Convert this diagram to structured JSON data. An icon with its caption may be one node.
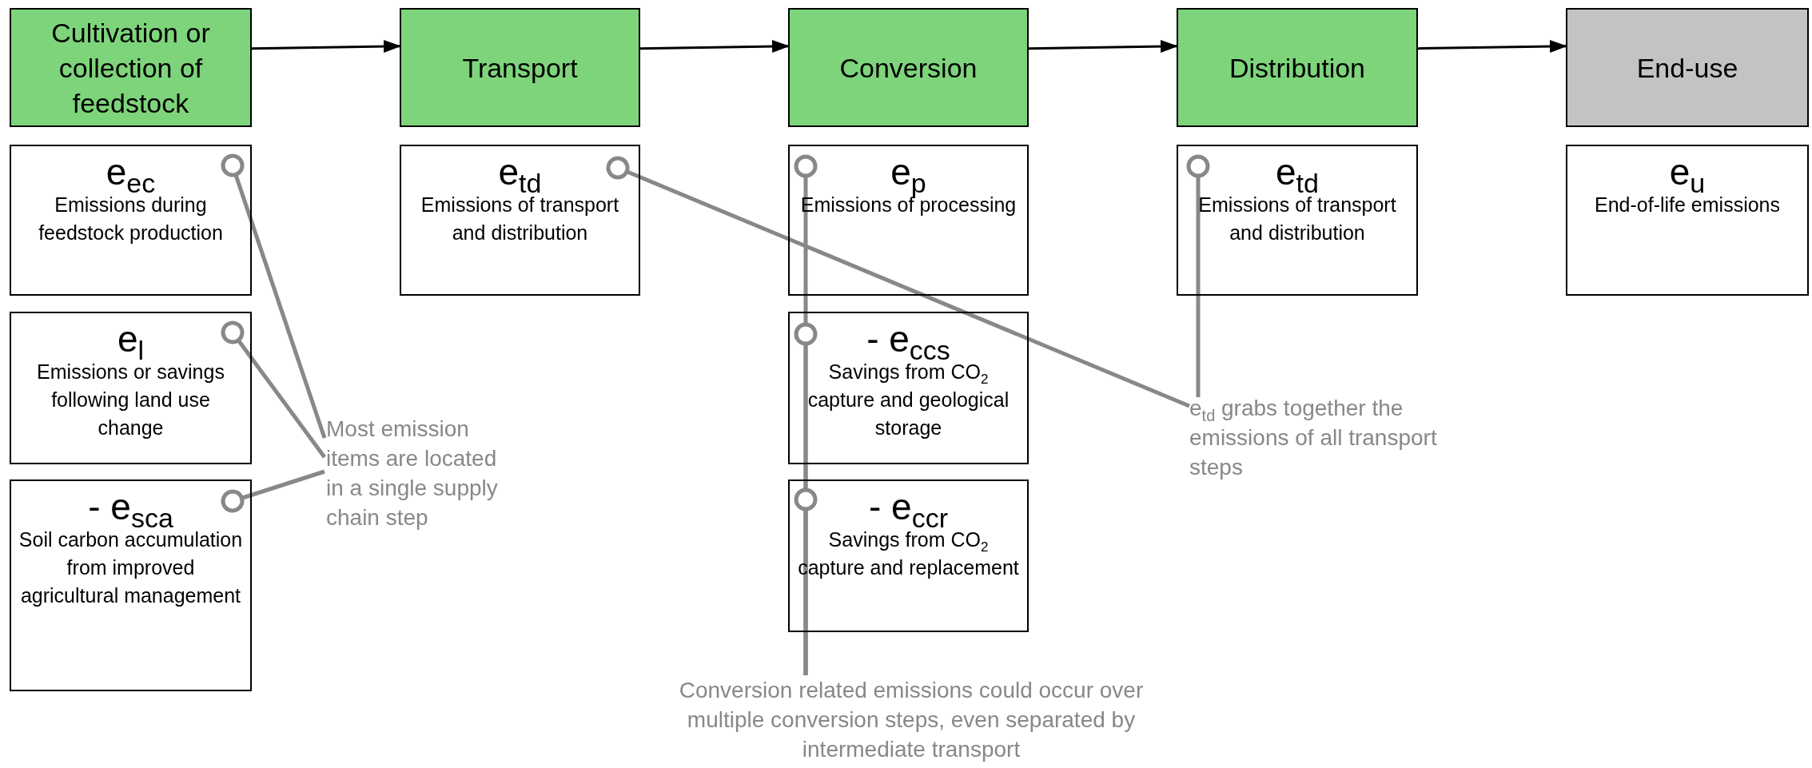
{
  "diagram": {
    "nodes": [
      {
        "text": [
          "Cultivation or collection of feedstock"
        ]
      },
      {
        "text": [
          "Transport"
        ]
      },
      {
        "text": [
          "Conversion"
        ]
      },
      {
        "text": [
          "Distribution"
        ]
      },
      {
        "text": [
          "End-use"
        ]
      },
      {
        "text": [
          "e$_{ec}$",
          "Emissions during feedstock production"
        ]
      },
      {
        "text": [
          "e$_{td}$",
          "Emissions of transport and distribution"
        ]
      },
      {
        "text": [
          "e$_{p}$",
          "Emissions of processing"
        ]
      },
      {
        "text": [
          "e$_{td}$",
          "Emissions of transport and distribution"
        ]
      },
      {
        "text": [
          "e$_{u}$",
          "End-of-life emissions"
        ]
      },
      {
        "text": [
          "e$_{l}$",
          "Emissions or savings following land use change"
        ]
      },
      {
        "text": [
          "- e$_{ccs}$",
          "Savings from CO$_{2}$ capture and geological storage"
        ]
      },
      {
        "text": [
          "- e$_{sca}$",
          "Soil carbon accumulation from improved agricultural management"
        ]
      },
      {
        "text": [
          "- e$_{ccr}$",
          "Savings from CO$_{2}$ capture and replacement"
        ]
      },
      {
        "text": [
          "Most emission items are located in a single supply chain step"
        ]
      },
      {
        "text": [
          "e$_{td}$ grabs together the emissions of all transport steps"
        ]
      },
      {
        "text": [
          "Conversion related emissions could occur over multiple conversion steps, even separated by intermediate transport"
        ]
      }
    ],
    "edges": [
      {
        "from": 0,
        "to": 1,
        "arrow": "to",
        "color": "#000000"
      },
      {
        "from": 1,
        "to": 2,
        "arrow": "to",
        "color": "#000000"
      },
      {
        "from": 2,
        "to": 3,
        "arrow": "to",
        "color": "#000000"
      },
      {
        "from": 3,
        "to": 4,
        "arrow": "to",
        "color": "#000000"
      },
      {
        "from": 14,
        "to": 5,
        "arrow": "other"
      },
      {
        "from": 14,
        "to": 10,
        "arrow": "other"
      },
      {
        "from": 14,
        "to": 12,
        "arrow": "other"
      },
      {
        "from": 15,
        "to": 6,
        "arrow": "other"
      },
      {
        "from": 15,
        "to": 8,
        "arrow": "other"
      },
      {
        "from": 16,
        "to": 7,
        "arrow": "other"
      },
      {
        "from": 16,
        "to": 11,
        "arrow": "other"
      },
      {
        "from": 16,
        "to": 13,
        "arrow": "other"
      }
    ]
  }
}
